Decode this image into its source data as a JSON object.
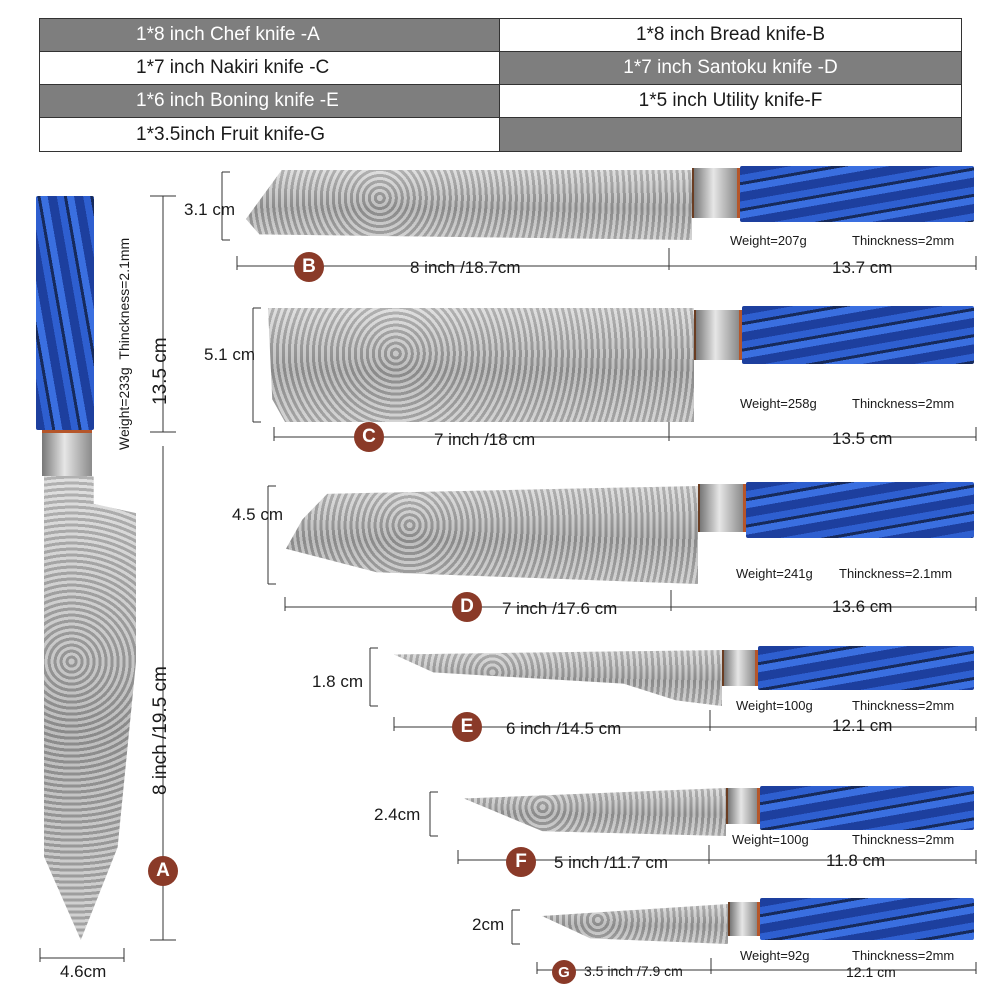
{
  "spec_table": {
    "rows": [
      {
        "left": "1*8 inch Chef knife -A",
        "right": "1*8 inch Bread knife-B"
      },
      {
        "left": "1*7 inch Nakiri knife -C",
        "right": "1*7 inch Santoku knife -D"
      },
      {
        "left": "1*6 inch Boning knife -E",
        "right": "1*5 inch Utility knife-F"
      },
      {
        "left": "1*3.5inch Fruit knife-G",
        "right": ""
      }
    ]
  },
  "knives": {
    "A": {
      "letter": "A",
      "handle_length": "13.5 cm",
      "blade_length": "8 inch /19.5 cm",
      "width": "4.6cm",
      "weight": "Weight=233g",
      "thickness": "Thinckness=2.1mm"
    },
    "B": {
      "letter": "B",
      "height": "3.1 cm",
      "blade_length": "8 inch /18.7cm",
      "handle_length": "13.7 cm",
      "weight": "Weight=207g",
      "thickness": "Thinckness=2mm"
    },
    "C": {
      "letter": "C",
      "height": "5.1 cm",
      "blade_length": "7 inch /18 cm",
      "handle_length": "13.5 cm",
      "weight": "Weight=258g",
      "thickness": "Thinckness=2mm"
    },
    "D": {
      "letter": "D",
      "height": "4.5 cm",
      "blade_length": "7 inch /17.6 cm",
      "handle_length": "13.6 cm",
      "weight": "Weight=241g",
      "thickness": "Thinckness=2.1mm"
    },
    "E": {
      "letter": "E",
      "height": "1.8 cm",
      "blade_length": "6 inch /14.5 cm",
      "handle_length": "12.1 cm",
      "weight": "Weight=100g",
      "thickness": "Thinckness=2mm"
    },
    "F": {
      "letter": "F",
      "height": "2.4cm",
      "blade_length": "5 inch /11.7 cm",
      "handle_length": "11.8 cm",
      "weight": "Weight=100g",
      "thickness": "Thinckness=2mm"
    },
    "G": {
      "letter": "G",
      "height": "2cm",
      "blade_length": "3.5 inch /7.9 cm",
      "handle_length": "12.1 cm",
      "weight": "Weight=92g",
      "thickness": "Thinckness=2mm"
    }
  },
  "colors": {
    "handle_blue": "#2e5fd0",
    "badge": "#8a3a28",
    "table_dark": "#7e7e7e"
  }
}
